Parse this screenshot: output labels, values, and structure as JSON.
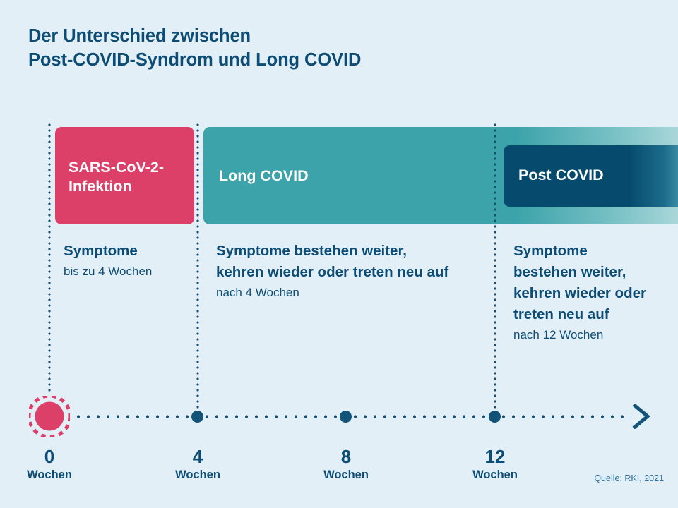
{
  "title": {
    "line1": "Der Unterschied zwischen",
    "line2": "Post-COVID-Syndrom und Long COVID"
  },
  "phases": [
    {
      "key": "infection",
      "bar_label": "SARS-CoV-2-\nInfektion",
      "bar_label_line1": "SARS-CoV-2-",
      "bar_label_line2": "Infektion",
      "color": "#dc3f68",
      "desc_head": "Symptome",
      "desc_sub": "bis zu 4 Wochen"
    },
    {
      "key": "long-covid",
      "bar_label": "Long COVID",
      "color": "#3da3aa",
      "desc_head": "Symptome bestehen weiter, kehren wieder oder treten neu auf",
      "desc_sub": "nach 4 Wochen"
    },
    {
      "key": "post-covid",
      "bar_label": "Post COVID",
      "color": "#064b6e",
      "desc_head": "Symptome bestehen weiter, kehren wieder oder treten neu auf",
      "desc_sub": "nach 12 Wochen"
    }
  ],
  "timeline": {
    "unit_label": "Wochen",
    "ticks": [
      {
        "value": "0",
        "unit": "Wochen"
      },
      {
        "value": "4",
        "unit": "Wochen"
      },
      {
        "value": "8",
        "unit": "Wochen"
      },
      {
        "value": "12",
        "unit": "Wochen"
      }
    ],
    "arrow": "arrow-right"
  },
  "source": "Quelle: RKI, 2021",
  "colors": {
    "background": "#e3eff7",
    "text": "#0d4d75",
    "pink": "#dc3f68",
    "teal": "#3da3aa",
    "navy": "#064b6e",
    "dot": "#12537a"
  },
  "icons": {
    "virus": "virus-icon"
  },
  "chart_data": {
    "type": "timeline",
    "title": "Der Unterschied zwischen Post-COVID-Syndrom und Long COVID",
    "xlabel": "Wochen",
    "xlim": [
      0,
      16
    ],
    "x_ticks": [
      0,
      4,
      8,
      12
    ],
    "x_tick_labels": [
      "0 Wochen",
      "4 Wochen",
      "8 Wochen",
      "12 Wochen"
    ],
    "grid": false,
    "legend": "none",
    "series": [
      {
        "name": "SARS-CoV-2-Infektion",
        "start_week": 0,
        "end_week": 4,
        "color": "#dc3f68",
        "annotation_head": "Symptome",
        "annotation_sub": "bis zu 4 Wochen"
      },
      {
        "name": "Long COVID",
        "start_week": 4,
        "end_week": 16,
        "open_ended": true,
        "color": "#3da3aa",
        "annotation_head": "Symptome bestehen weiter, kehren wieder oder treten neu auf",
        "annotation_sub": "nach 4 Wochen"
      },
      {
        "name": "Post COVID",
        "start_week": 12,
        "end_week": 16,
        "open_ended": true,
        "color": "#064b6e",
        "annotation_head": "Symptome bestehen weiter, kehren wieder oder treten neu auf",
        "annotation_sub": "nach 12 Wochen"
      }
    ],
    "source": "Quelle: RKI, 2021"
  }
}
